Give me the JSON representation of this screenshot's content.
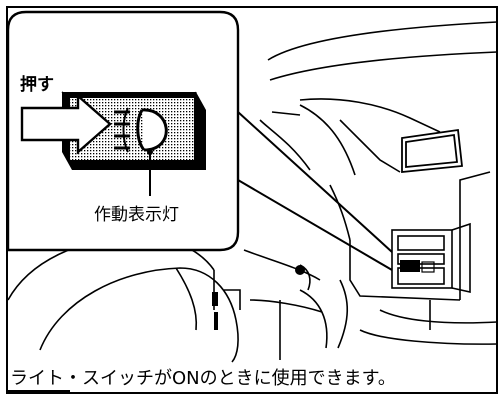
{
  "labels": {
    "push": "押す",
    "indicator": "作動表示灯"
  },
  "caption": "ライト・スイッチがONのときに使用できます。",
  "icons": [
    "fog-lamp-icon",
    "push-arrow-icon"
  ],
  "colors": {
    "line": "#000000",
    "switch_fill": "#c8c8c8",
    "background": "#ffffff"
  }
}
